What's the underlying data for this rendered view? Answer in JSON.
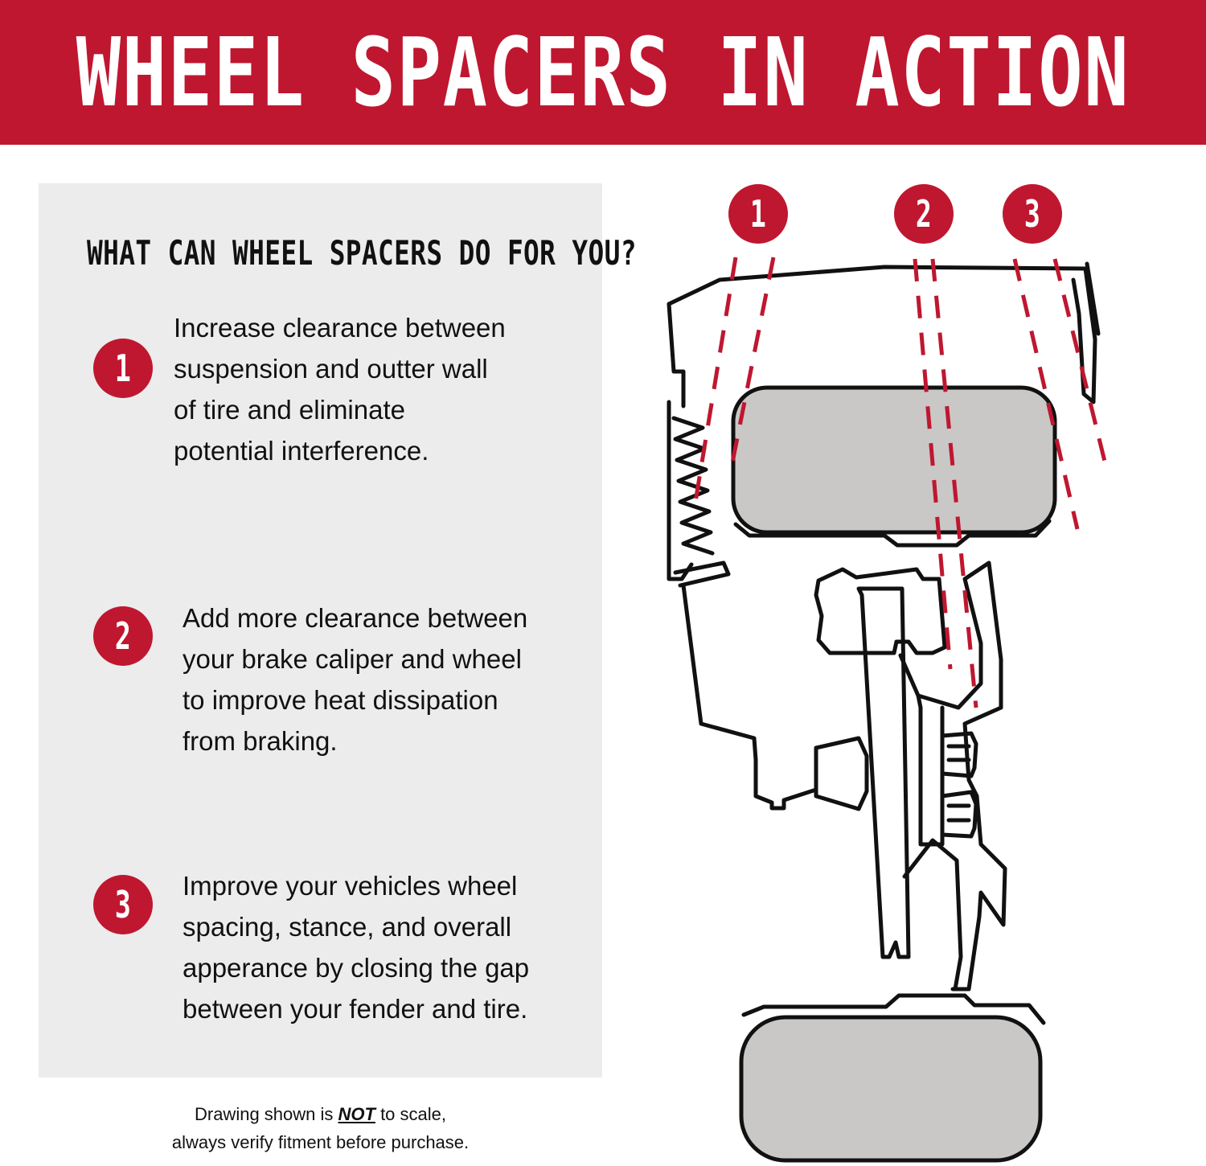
{
  "header": {
    "title": "WHEEL SPACERS IN ACTION"
  },
  "panel": {
    "heading": "WHAT CAN WHEEL SPACERS DO FOR YOU?",
    "items": [
      {
        "number": "1",
        "lines": [
          "Increase clearance between",
          "suspension and outter wall",
          "of tire and eliminate",
          "potential interference."
        ]
      },
      {
        "number": "2",
        "lines": [
          "Add more clearance between",
          "your brake caliper and wheel",
          "to improve heat dissipation",
          "from braking."
        ]
      },
      {
        "number": "3",
        "lines": [
          "Improve your vehicles wheel",
          "spacing, stance, and overall",
          "apperance by closing the gap",
          "between your fender and tire."
        ]
      }
    ]
  },
  "footnote": {
    "line1_before": "Drawing shown is ",
    "line1_emph": "NOT",
    "line1_after": " to scale,",
    "line2": "always verify fitment before purchase."
  },
  "diagram": {
    "markers": [
      "1",
      "2",
      "3"
    ],
    "accent_color": "#bf1730",
    "tire_color": "#c9c8c6",
    "line_color": "#111111"
  }
}
